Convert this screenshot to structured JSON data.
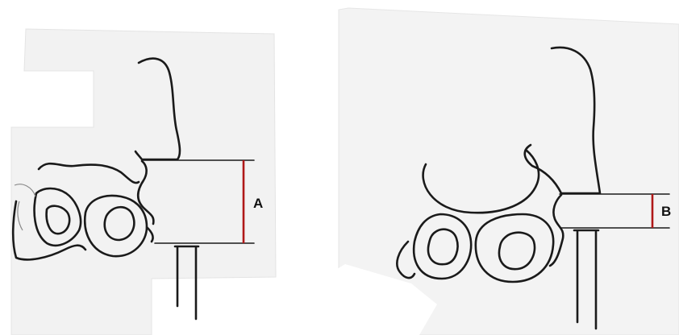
{
  "panels": [
    {
      "id": "left",
      "measure_label": "A"
    },
    {
      "id": "right",
      "measure_label": "B"
    }
  ],
  "colors": {
    "paper": "#f2f2f2",
    "ink": "#1a1a1a",
    "measure": "#b01818",
    "background": "#ffffff"
  }
}
